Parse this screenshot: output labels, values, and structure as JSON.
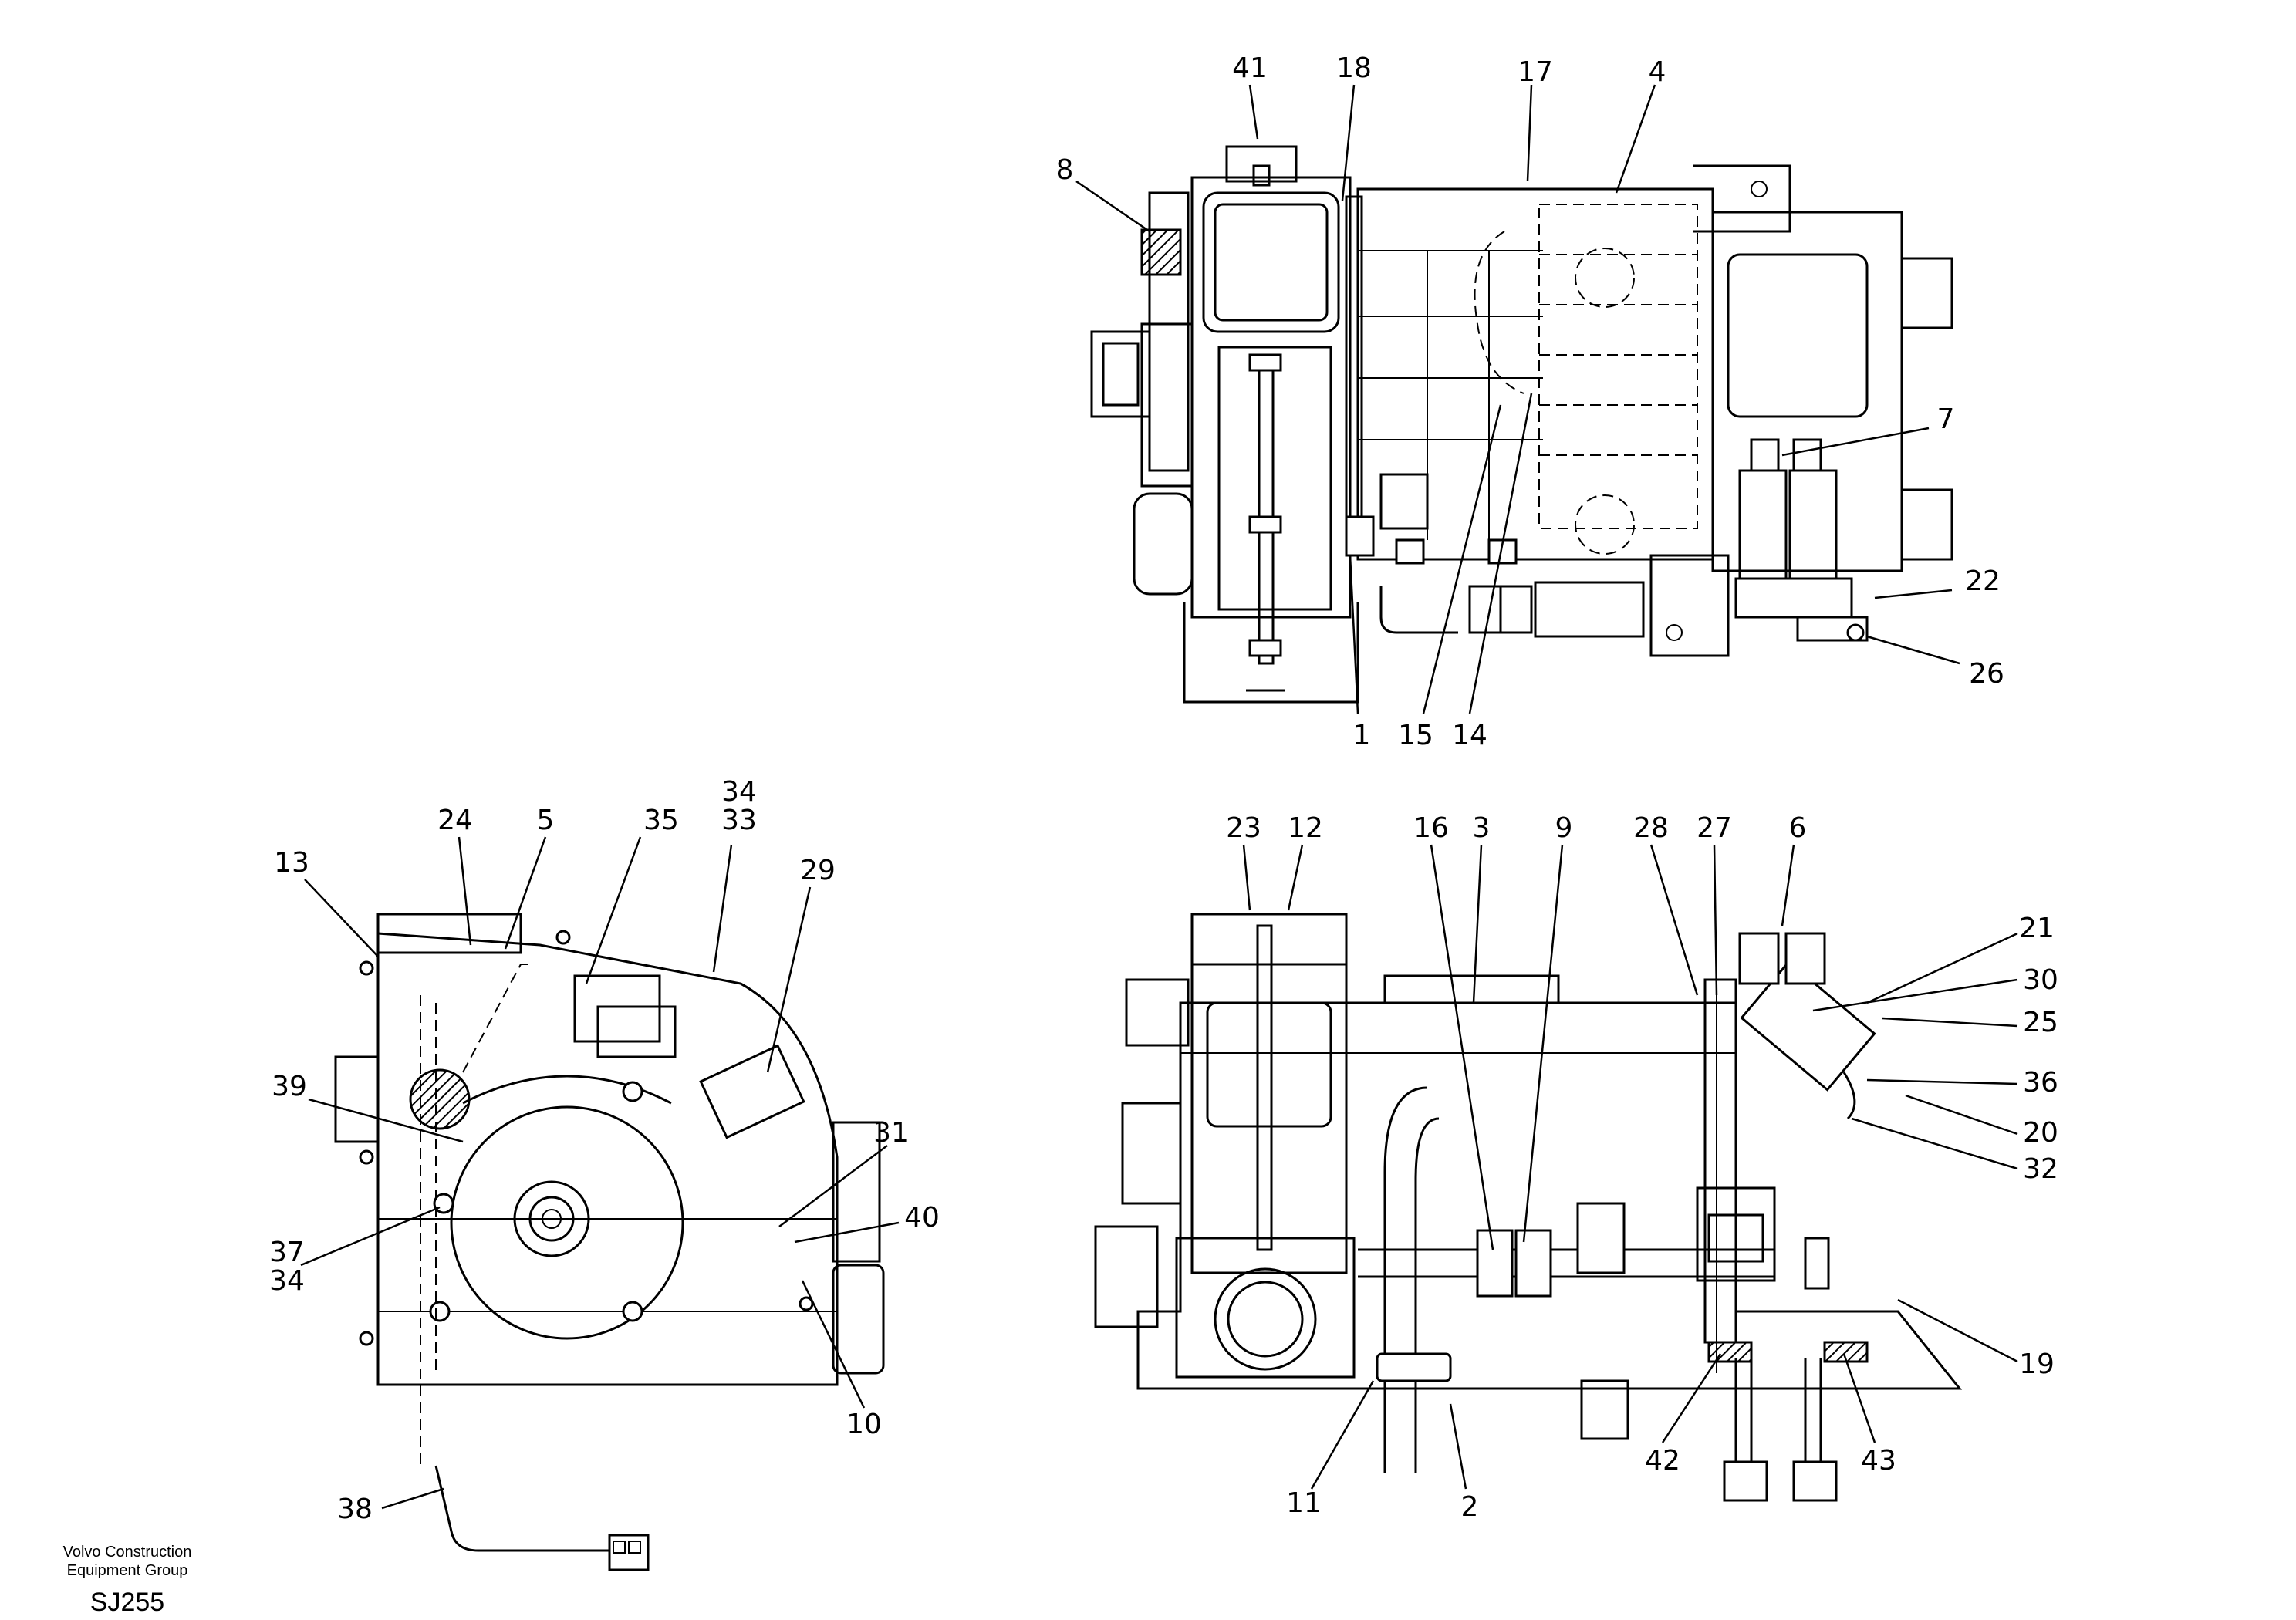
{
  "title": "",
  "callouts": {
    "c1": "1",
    "c2": "2",
    "c3": "3",
    "c4": "4",
    "c5": "5",
    "c6": "6",
    "c7": "7",
    "c8": "8",
    "c9": "9",
    "c10": "10",
    "c11": "11",
    "c12": "12",
    "c13": "13",
    "c14": "14",
    "c15": "15",
    "c16": "16",
    "c17": "17",
    "c18": "18",
    "c19": "19",
    "c20": "20",
    "c21": "21",
    "c22": "22",
    "c23": "23",
    "c24": "24",
    "c25": "25",
    "c26": "26",
    "c27": "27",
    "c28": "28",
    "c29": "29",
    "c30": "30",
    "c31": "31",
    "c32": "32",
    "c33": "33",
    "c34a": "34",
    "c34b": "34",
    "c35": "35",
    "c36": "36",
    "c37": "37",
    "c38": "38",
    "c39": "39",
    "c40": "40",
    "c41": "41",
    "c42": "42",
    "c43": "43"
  },
  "footer": {
    "line1": "Volvo Construction",
    "line2": "Equipment Group",
    "code": "SJ255"
  }
}
